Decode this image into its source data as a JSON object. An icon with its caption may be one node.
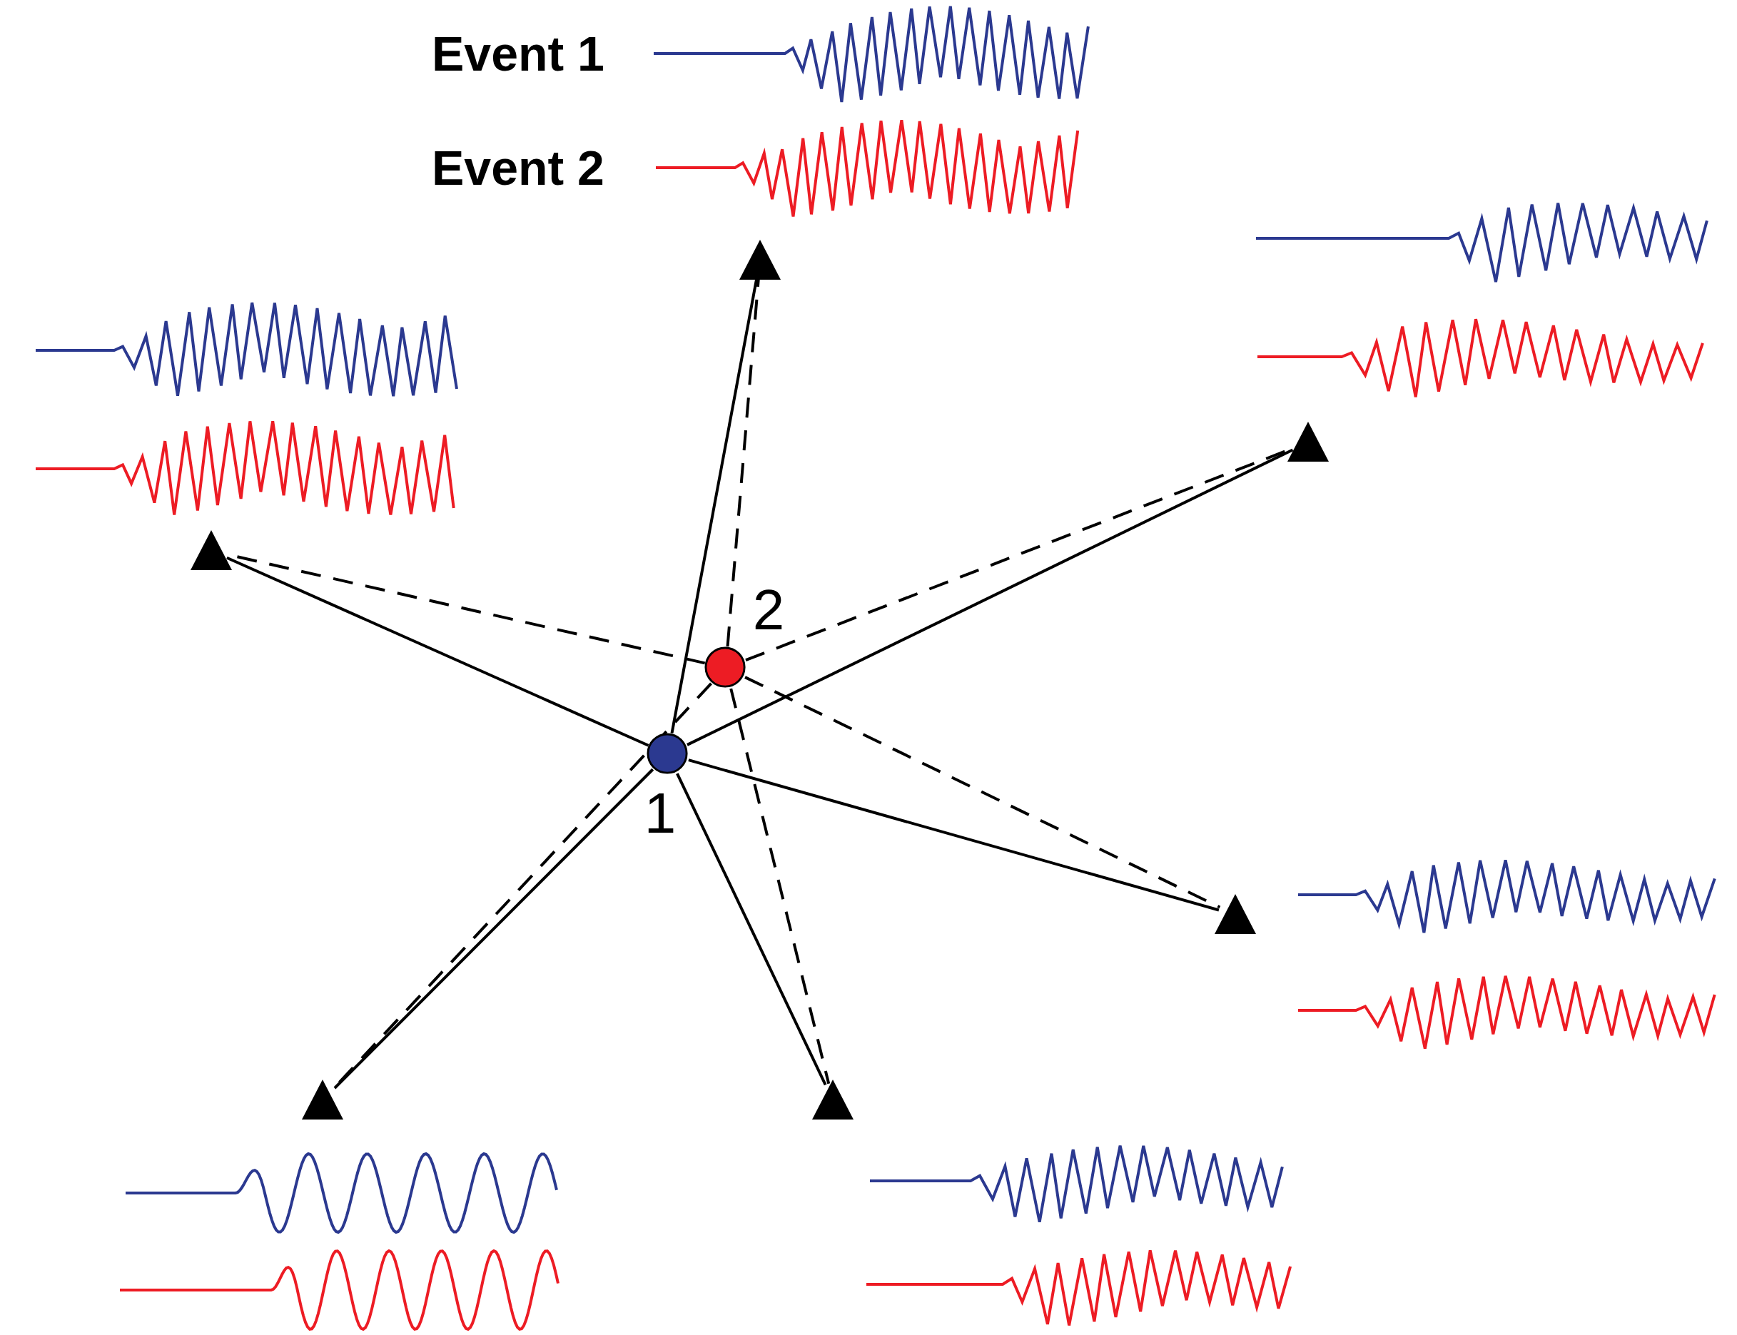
{
  "diagram": {
    "nodes": [
      {
        "text": [],
        "shape": "circle",
        "beside": [
          "1"
        ]
      },
      {
        "text": [],
        "shape": "circle",
        "beside": [
          "2"
        ]
      },
      {
        "text": [],
        "shape": "triangle"
      },
      {
        "text": [],
        "shape": "triangle"
      },
      {
        "text": [],
        "shape": "triangle"
      },
      {
        "text": [],
        "shape": "triangle"
      },
      {
        "text": [],
        "shape": "triangle"
      },
      {
        "text": [],
        "shape": "triangle"
      }
    ],
    "edges": [
      {
        "from": 0,
        "to": 2,
        "arrow": "none"
      },
      {
        "from": 0,
        "to": 3,
        "arrow": "none"
      },
      {
        "from": 0,
        "to": 4,
        "arrow": "none"
      },
      {
        "from": 0,
        "to": 5,
        "arrow": "none"
      },
      {
        "from": 0,
        "to": 6,
        "arrow": "none"
      },
      {
        "from": 0,
        "to": 7,
        "arrow": "none"
      },
      {
        "from": 1,
        "to": 2,
        "arrow": "none",
        "style": "dashed"
      },
      {
        "from": 1,
        "to": 3,
        "arrow": "none",
        "style": "dashed"
      },
      {
        "from": 1,
        "to": 4,
        "arrow": "none",
        "style": "dashed"
      },
      {
        "from": 1,
        "to": 5,
        "arrow": "none",
        "style": "dashed"
      },
      {
        "from": 1,
        "to": 6,
        "arrow": "none",
        "style": "dashed"
      },
      {
        "from": 1,
        "to": 7,
        "arrow": "none",
        "style": "dashed"
      }
    ],
    "legend": [
      {
        "text": "Event 1"
      },
      {
        "text": "Event 2"
      }
    ]
  }
}
